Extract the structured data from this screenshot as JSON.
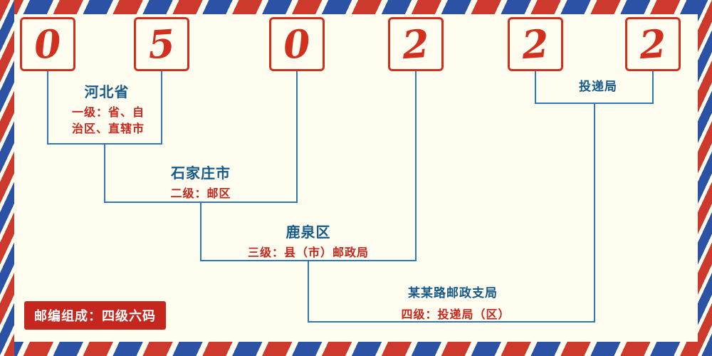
{
  "postal_code": {
    "digits": [
      "0",
      "5",
      "0",
      "2",
      "2",
      "2"
    ]
  },
  "levels": {
    "province": {
      "name": "河北省",
      "desc_line1": "一级：省、自",
      "desc_line2": "治区、直辖市"
    },
    "city": {
      "name": "石家庄市",
      "desc": "二级：邮区"
    },
    "county": {
      "name": "鹿泉区",
      "desc": "三级：县（市）邮政局"
    },
    "branch": {
      "name": "某某路邮政支局",
      "desc": "四级：投递局（区）"
    },
    "delivery": {
      "name": "投递局"
    }
  },
  "footer": {
    "badge_text": "邮编组成：四级六码"
  },
  "colors": {
    "digit_red": "#d2301f",
    "line_blue": "#2e78ba",
    "label_blue": "#155a88",
    "label_red": "#c5271e",
    "border_red": "#ce392d",
    "border_blue": "#2b52a4",
    "background": "#fffdf0",
    "badge_bg": "#c5271e",
    "badge_text": "#ffffff"
  }
}
